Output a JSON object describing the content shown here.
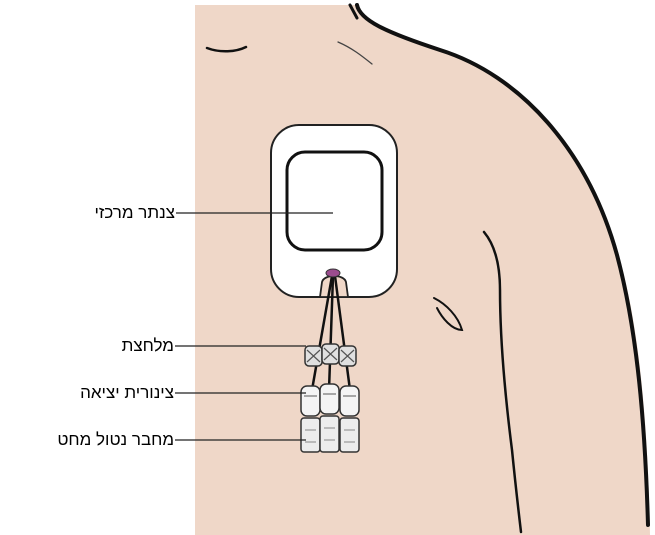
{
  "labels": [
    {
      "id": "central-catheter",
      "text": "צנתר מרכזי"
    },
    {
      "id": "clamp",
      "text": "מלחצת"
    },
    {
      "id": "exit-tube",
      "text": "צינורית יציאה"
    },
    {
      "id": "needleless-connector",
      "text": "מחבר נטול מחט"
    }
  ],
  "colors": {
    "skin": "#efd7c8",
    "outline": "#111111",
    "dressing": "#ffffff",
    "hub": "#9b4c8e"
  }
}
